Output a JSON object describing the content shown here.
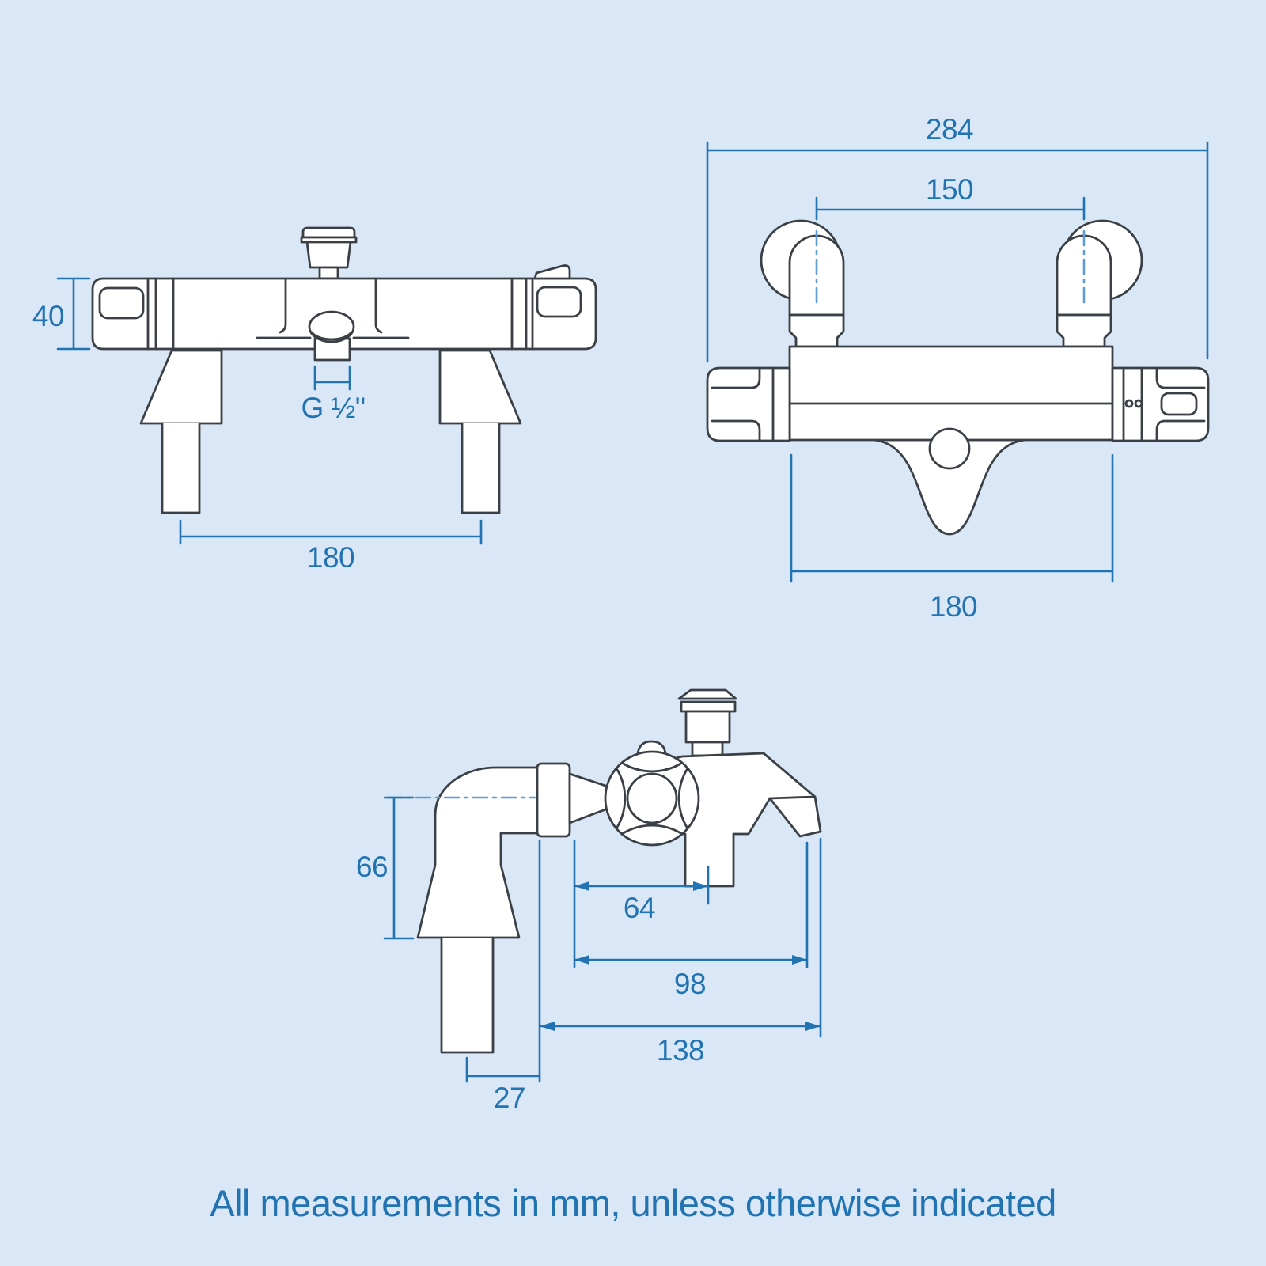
{
  "note": "All measurements in mm, unless otherwise indicated",
  "units": "mm",
  "colors": {
    "background": "#d9e7f6",
    "artwork_line": "#3a4045",
    "dimension_blue": "#2273b2",
    "centerline_blue": "#5f9cd4"
  },
  "views": {
    "front": {
      "dims": {
        "body_height": "40",
        "spout_thread": "G ½\"",
        "tail_spacing": "180"
      }
    },
    "rear": {
      "dims": {
        "overall_width": "284",
        "inlet_spacing": "150",
        "body_width": "180"
      }
    },
    "side": {
      "dims": {
        "inlet_height": "66",
        "outlet_offset": "64",
        "spout_reach": "98",
        "overall_depth": "138",
        "tail_offset": "27"
      }
    }
  }
}
